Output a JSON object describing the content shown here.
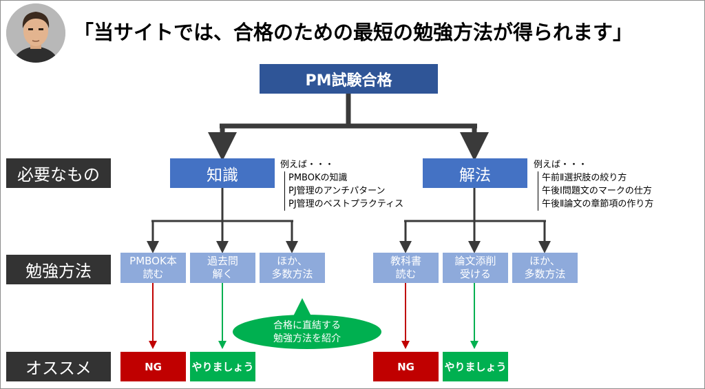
{
  "header": {
    "title": "「当サイトでは、合格のための最短の勉強方法が得られます」"
  },
  "root": {
    "label": "PM試験合格"
  },
  "rows": {
    "needs": "必要なもの",
    "methods": "勉強方法",
    "recommend": "オススメ"
  },
  "categories": [
    {
      "label": "知識",
      "note_title": "例えば・・・",
      "note_items": [
        "PMBOKの知識",
        "PJ管理のアンチパターン",
        "PJ管理のベストプラクティス"
      ],
      "methods": [
        {
          "label": "PMBOK本\n読む",
          "verdict": "NG"
        },
        {
          "label": "過去問\n解く",
          "verdict": "やりましょう"
        },
        {
          "label": "ほか、\n多数方法"
        }
      ]
    },
    {
      "label": "解法",
      "note_title": "例えば・・・",
      "note_items": [
        "午前Ⅱ選択肢の絞り方",
        "午後Ⅰ問題文のマークの仕方",
        "午後Ⅱ論文の章節項の作り方"
      ],
      "methods": [
        {
          "label": "教科書\n読む",
          "verdict": "NG"
        },
        {
          "label": "論文添削\n受ける",
          "verdict": "やりましょう"
        },
        {
          "label": "ほか、\n多数方法"
        }
      ]
    }
  ],
  "callout": {
    "text": "合格に直結する\n勉強方法を紹介"
  },
  "colors": {
    "root": "#2f5597",
    "category": "#4472c4",
    "method": "#8eaadb",
    "row_label": "#333333",
    "ng": "#c00000",
    "ok": "#00b050",
    "callout": "#00b050"
  },
  "icons": {
    "avatar": "man-avatar-icon"
  }
}
